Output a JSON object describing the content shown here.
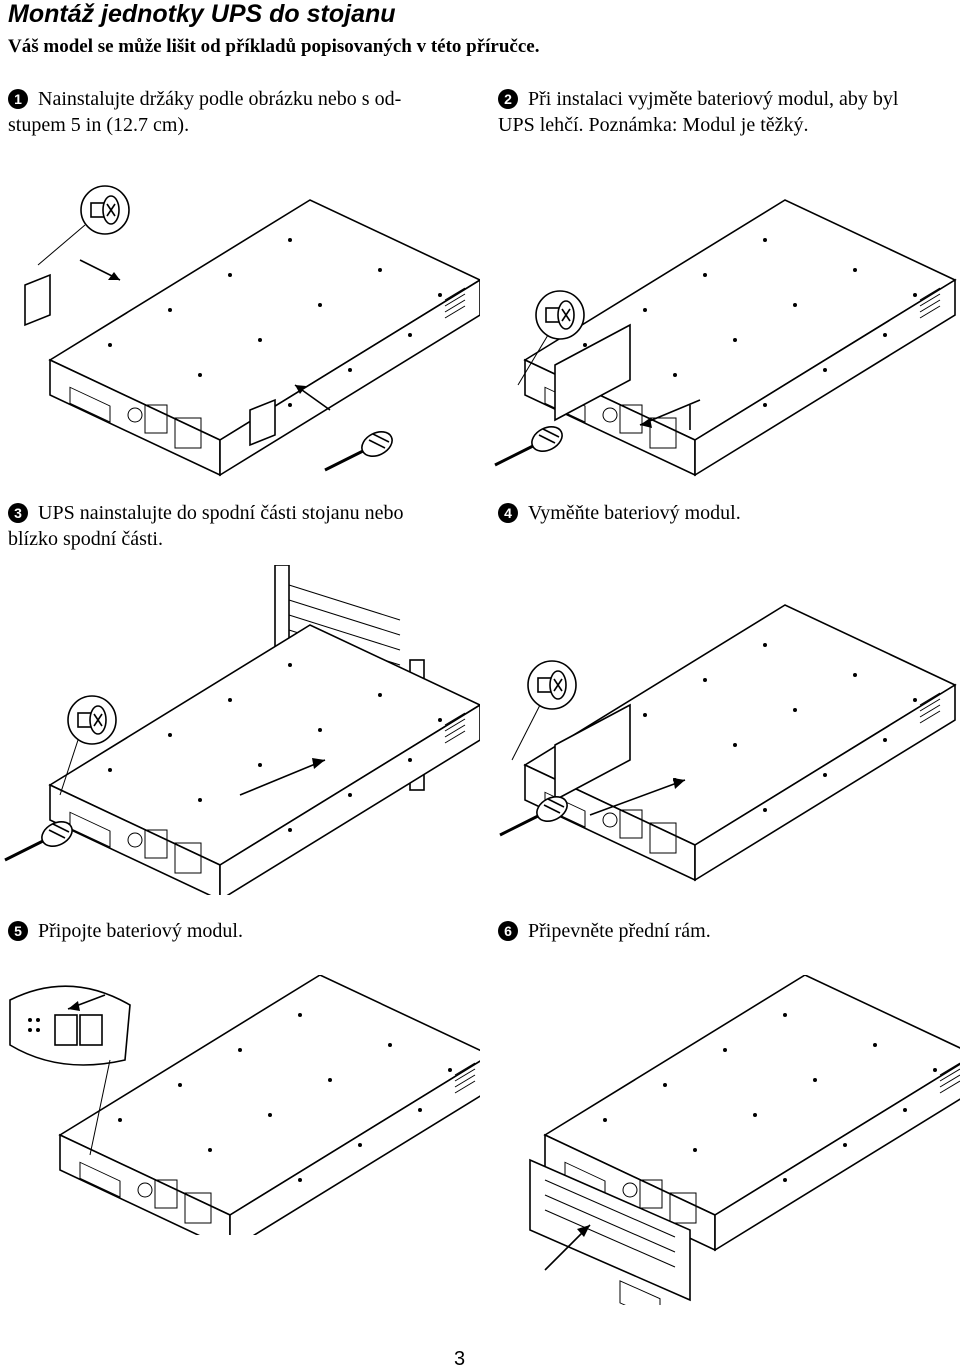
{
  "page": {
    "title": "Montáž jednotky UPS do stojanu",
    "subtitle": "Váš model se může lišit od příkladů popisovaných v této příručce.",
    "page_number": "3"
  },
  "steps": [
    {
      "number": "1",
      "line1": "Nainstalujte držáky podle obrázku nebo s od-",
      "line2": "stupem 5 in (12.7 cm)."
    },
    {
      "number": "2",
      "line1": "Při instalaci vyjměte bateriový modul, aby byl",
      "line2": "UPS lehčí. Poznámka: Modul je těžký."
    },
    {
      "number": "3",
      "line1": "UPS nainstalujte do spodní části stojanu nebo",
      "line2": "blízko spodní části."
    },
    {
      "number": "4",
      "line1": "Vyměňte bateriový modul.",
      "line2": ""
    },
    {
      "number": "5",
      "line1": "Připojte bateriový modul.",
      "line2": ""
    },
    {
      "number": "6",
      "line1": "Připevněte přední rám.",
      "line2": ""
    }
  ]
}
